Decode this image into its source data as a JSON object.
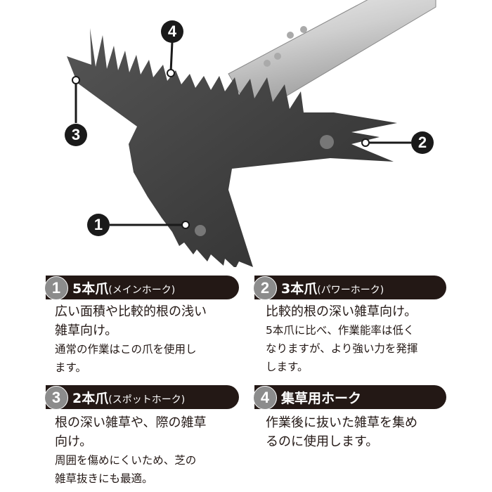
{
  "callouts": [
    "1",
    "2",
    "3",
    "4"
  ],
  "sections": [
    {
      "number": "1",
      "title": "5本爪",
      "subtitle": "(メインホーク)",
      "main": [
        "広い面積や比較的根の浅い",
        "雑草向け。"
      ],
      "note": [
        "通常の作業はこの爪を使用し",
        "ます。"
      ]
    },
    {
      "number": "2",
      "title": "3本爪",
      "subtitle": "(パワーホーク)",
      "main": [
        "比較的根の深い雑草向け。"
      ],
      "note": [
        "5本爪に比べ、作業能率は低く",
        "なりますが、より強い力を発揮",
        "します。"
      ]
    },
    {
      "number": "3",
      "title": "2本爪",
      "subtitle": "(スポットホーク)",
      "main": [
        "根の深い雑草や、際の雑草",
        "向け。"
      ],
      "note": [
        "周囲を傷めにくいため、芝の",
        "雑草抜きにも最適。"
      ]
    },
    {
      "number": "4",
      "title": "集草用ホーク",
      "subtitle": "",
      "main": [
        "作業後に抜いた雑草を集め",
        "るのに使用します。"
      ],
      "note": []
    }
  ],
  "colors": {
    "header_bg": "#231815",
    "badge": "#8c8c8c",
    "blade": "#3d3d3d",
    "handle": "#d8d8d8"
  }
}
